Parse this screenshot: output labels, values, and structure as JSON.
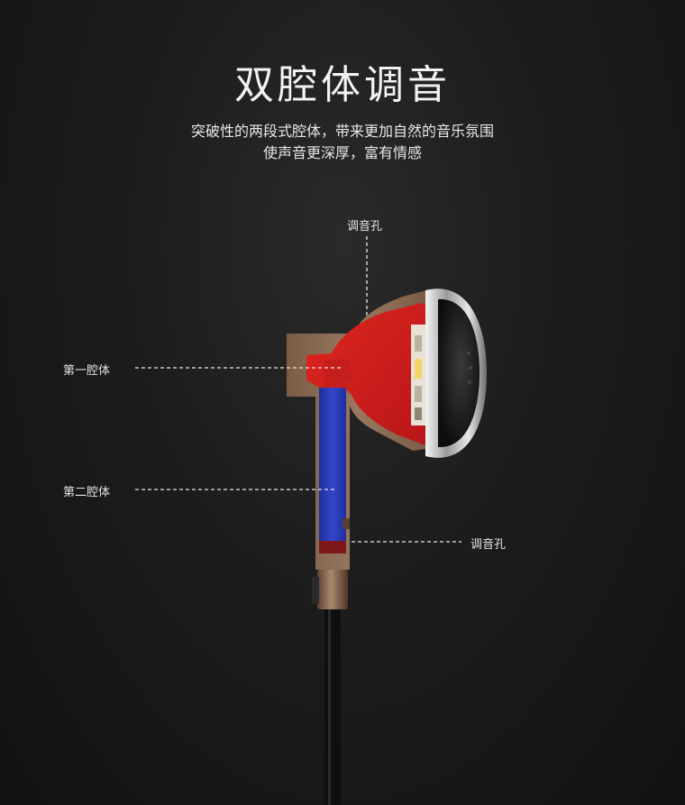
{
  "title": "双腔体调音",
  "subtitle": {
    "line1": "突破性的两段式腔体，带来更加自然的音乐氛围",
    "line2": "使声音更深厚，富有情感"
  },
  "labels": {
    "tuning_hole_top": "调音孔",
    "first_cavity": "第一腔体",
    "second_cavity": "第二腔体",
    "tuning_hole_bottom": "调音孔"
  },
  "colors": {
    "background": "#1c1c1c",
    "housing": "#8a6b53",
    "first_cavity": "#d41f1f",
    "second_cavity": "#2b3db4",
    "driver_chrome": "#c8c8c8",
    "cable": "#111111"
  }
}
